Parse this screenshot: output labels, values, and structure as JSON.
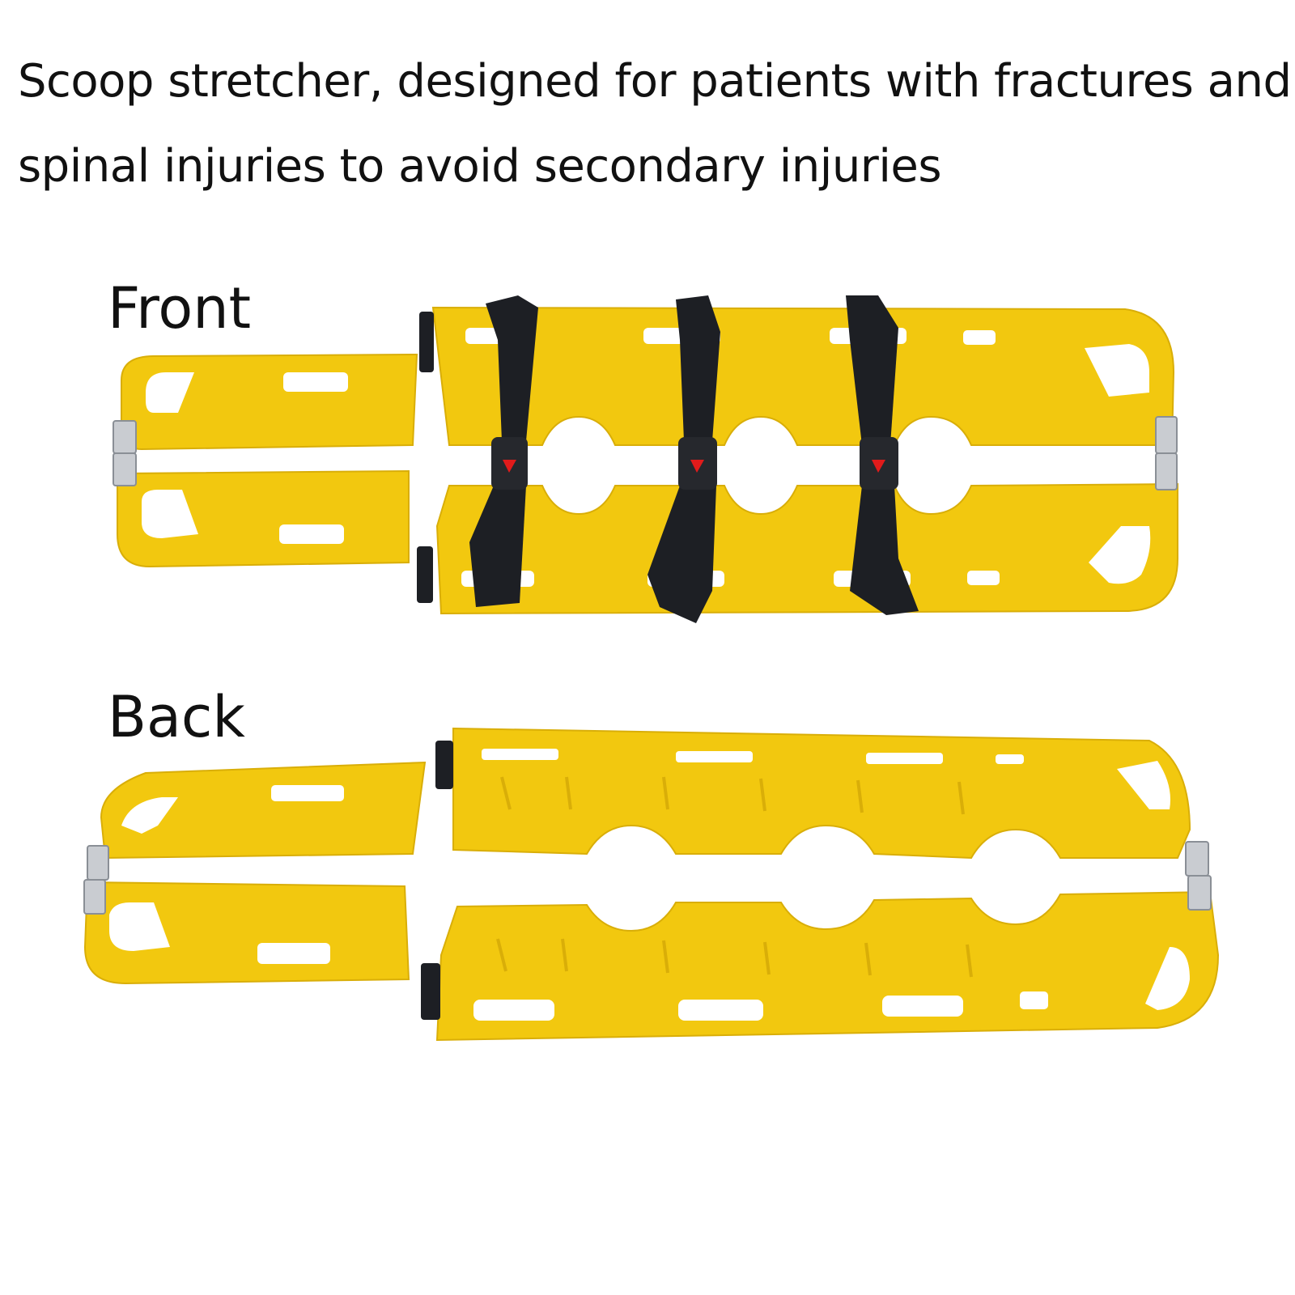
{
  "headline": {
    "line1": "Scoop stretcher, designed for patients with fractures and",
    "line2": "spinal injuries to avoid secondary injuries"
  },
  "views": {
    "front_label": "Front",
    "back_label": "Back"
  },
  "colors": {
    "stretcher_body": "#f2c80f",
    "stretcher_shade": "#d9ae08",
    "strap": "#1d1f24",
    "buckle_button": "#e11b1b",
    "hinge": "#c9ccd1",
    "text": "#111111"
  },
  "icons": {
    "stretcher_front": "scoop-stretcher-front-illustration",
    "stretcher_back": "scoop-stretcher-back-illustration",
    "strap": "seatbelt-strap-icon",
    "buckle": "buckle-release-icon",
    "hinge": "hinge-icon"
  }
}
